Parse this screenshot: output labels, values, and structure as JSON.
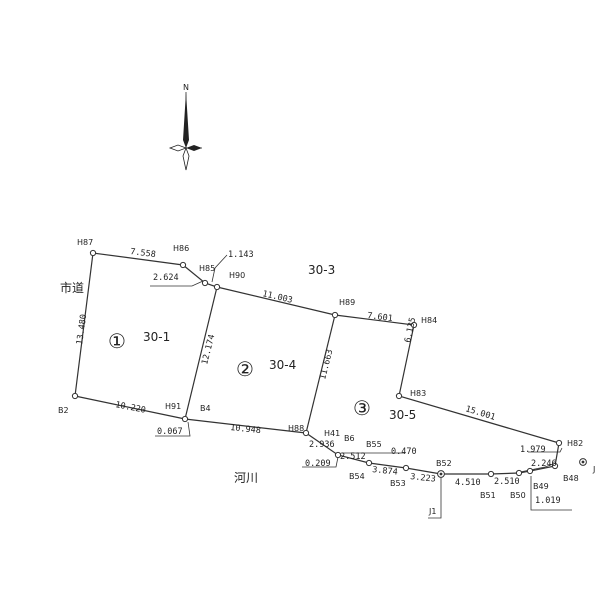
{
  "north": "N",
  "road": "市道",
  "river": "河川",
  "parcels": {
    "p1": {
      "circle": "①",
      "number": "30-1"
    },
    "p3_top": "30-3",
    "p2": {
      "circle": "②",
      "number": "30-4"
    },
    "p3": {
      "circle": "③",
      "number": "30-5"
    }
  },
  "points": {
    "H87": "H87",
    "H86": "H86",
    "H85": "H85",
    "H90": "H90",
    "H89": "H89",
    "H84": "H84",
    "H83": "H83",
    "H82": "H82",
    "B2": "B2",
    "H91": "H91",
    "B4": "B4",
    "H88": "H88",
    "H41": "H41",
    "B6": "B6",
    "B55": "B55",
    "B54": "B54",
    "B53": "B53",
    "B52": "B52",
    "B51": "B51",
    "B50": "B50",
    "B49": "B49",
    "B48": "B48",
    "J1": "J1",
    "J": "J"
  },
  "lengths": {
    "l7558": "7.558",
    "l1143": "1.143",
    "l2624": "2.624",
    "l11003": "11.003",
    "l7601": "7.601",
    "l13480": "13.480",
    "l12174": "12.174",
    "l11663": "11.663",
    "l6135": "6.135",
    "l15001": "15.001",
    "l10220": "10.220",
    "l0067": "0.067",
    "l10948": "10.948",
    "l2936": "2.936",
    "l0209": "0.209",
    "l2512": "2.512",
    "l0470": "0.470",
    "l3874": "3.874",
    "l3223": "3.223",
    "l4510": "4.510",
    "l2510": "2.510",
    "l1979": "1.979",
    "l2246": "2.246",
    "l1019": "1.019"
  }
}
